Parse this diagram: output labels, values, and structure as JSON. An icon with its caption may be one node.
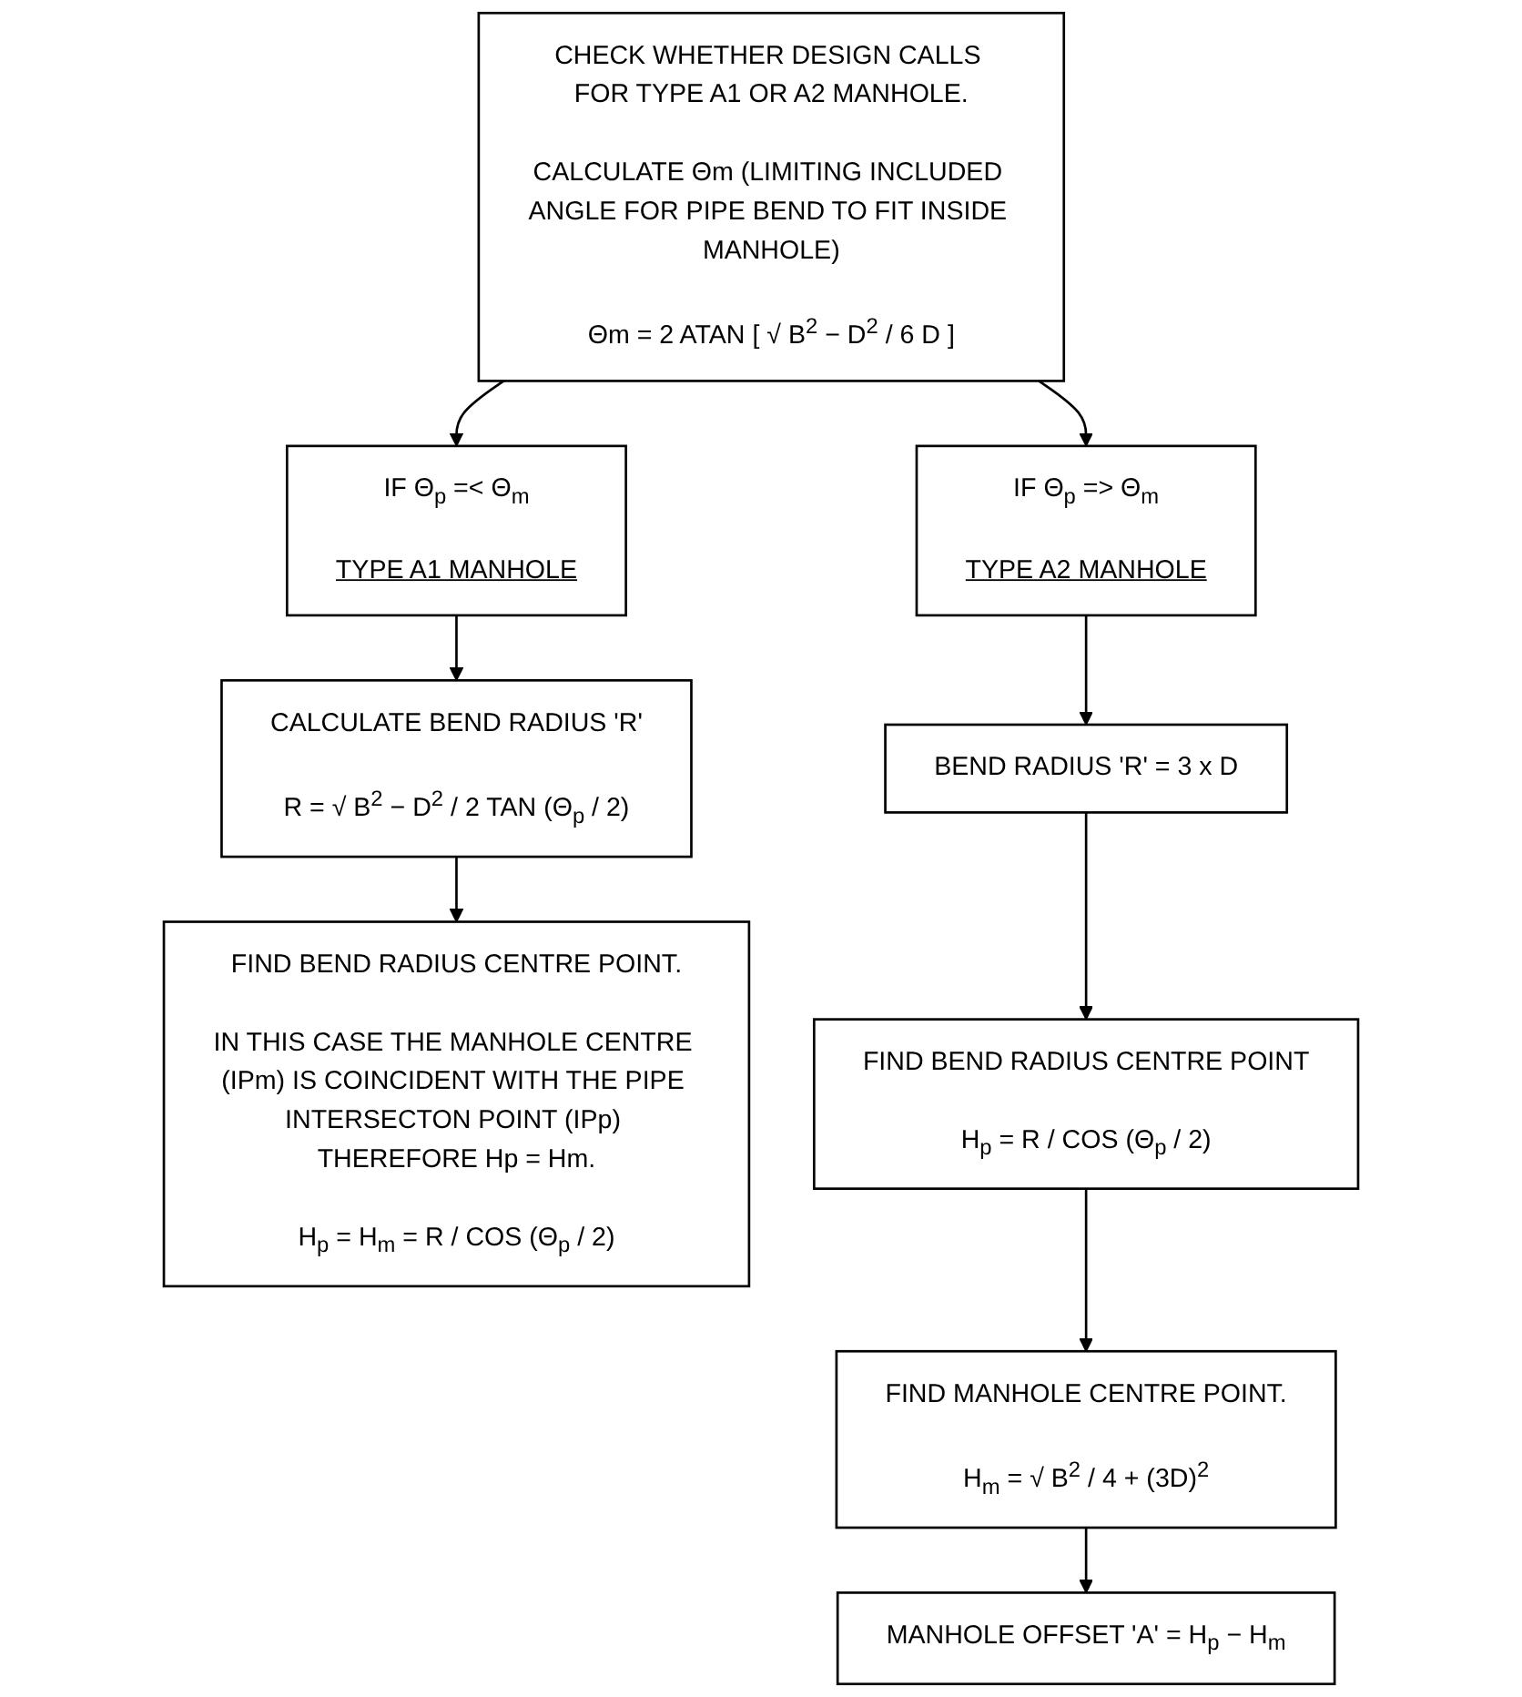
{
  "diagram": {
    "nodes": [
      {
        "text": [
          "CHECK WHETHER DESIGN CALLS FOR TYPE A1 OR A2 MANHOLE.",
          "CALCULATE Θm (LIMITING INCLUDED ANGLE FOR PIPE BEND TO FIT INSIDE MANHOLE)",
          "Θm = 2 ATAN [ √ B$^{2}$ − D$^{2}$ / 6 D ]"
        ]
      },
      {
        "text": [
          "IF Θ$_{p}$ =< Θ$_{m}$",
          "TYPE A1 MANHOLE"
        ]
      },
      {
        "text": [
          "IF Θ$_{p}$ => Θ$_{m}$",
          "TYPE A2 MANHOLE"
        ]
      },
      {
        "text": [
          "CALCULATE BEND RADIUS 'R'",
          "R = √ B$^{2}$ − D$^{2}$ / 2 TAN (Θ$_{p}$ / 2)"
        ]
      },
      {
        "text": [
          "BEND RADIUS 'R' = 3 x D"
        ]
      },
      {
        "text": [
          "FIND BEND RADIUS CENTRE POINT.",
          "IN THIS CASE THE MANHOLE CENTRE (IPm) IS COINCIDENT WITH THE PIPE INTERSECTON POINT (IPp) THEREFORE Hp = Hm.",
          "H$_{p}$ = H$_{m}$ = R / COS (Θ$_{p}$ / 2)"
        ]
      },
      {
        "text": [
          "FIND BEND RADIUS CENTRE POINT",
          "H$_{p}$ = R / COS (Θ$_{p}$ / 2)"
        ]
      },
      {
        "text": [
          "FIND MANHOLE CENTRE POINT.",
          "H$_{m}$ = √ B$^{2}$ / 4 + (3D)$^{2}$"
        ]
      },
      {
        "text": [
          "MANHOLE OFFSET 'A' = H$_{p}$ − H$_{m}$"
        ]
      }
    ],
    "edges": [
      {
        "from": 0,
        "to": 1,
        "arrow": "to"
      },
      {
        "from": 0,
        "to": 2,
        "arrow": "to"
      },
      {
        "from": 1,
        "to": 3,
        "arrow": "to"
      },
      {
        "from": 2,
        "to": 4,
        "arrow": "to"
      },
      {
        "from": 3,
        "to": 5,
        "arrow": "to"
      },
      {
        "from": 4,
        "to": 6,
        "arrow": "to"
      },
      {
        "from": 6,
        "to": 7,
        "arrow": "to"
      },
      {
        "from": 7,
        "to": 8,
        "arrow": "to"
      }
    ]
  }
}
